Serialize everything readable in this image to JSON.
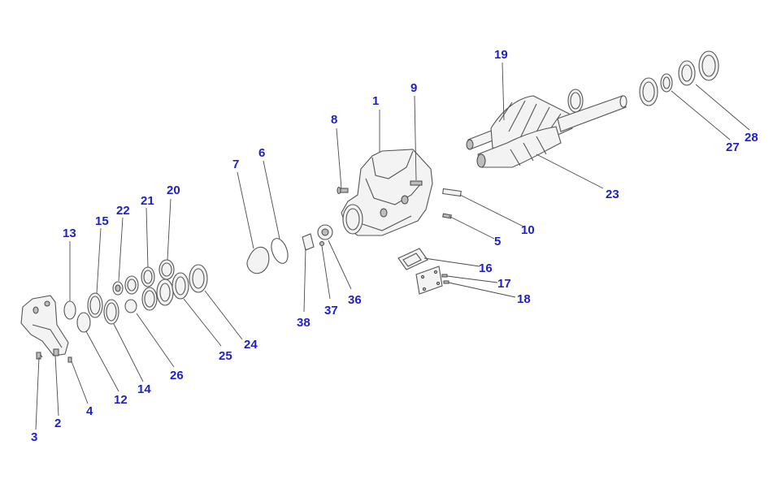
{
  "diagram": {
    "label_color": "#1f1fc8",
    "callouts": [
      "1",
      "2",
      "3",
      "4",
      "5",
      "6",
      "7",
      "8",
      "9",
      "10",
      "12",
      "13",
      "14",
      "15",
      "16",
      "17",
      "18",
      "19",
      "20",
      "21",
      "22",
      "23",
      "24",
      "25",
      "26",
      "27",
      "28",
      "36",
      "37",
      "38"
    ]
  }
}
